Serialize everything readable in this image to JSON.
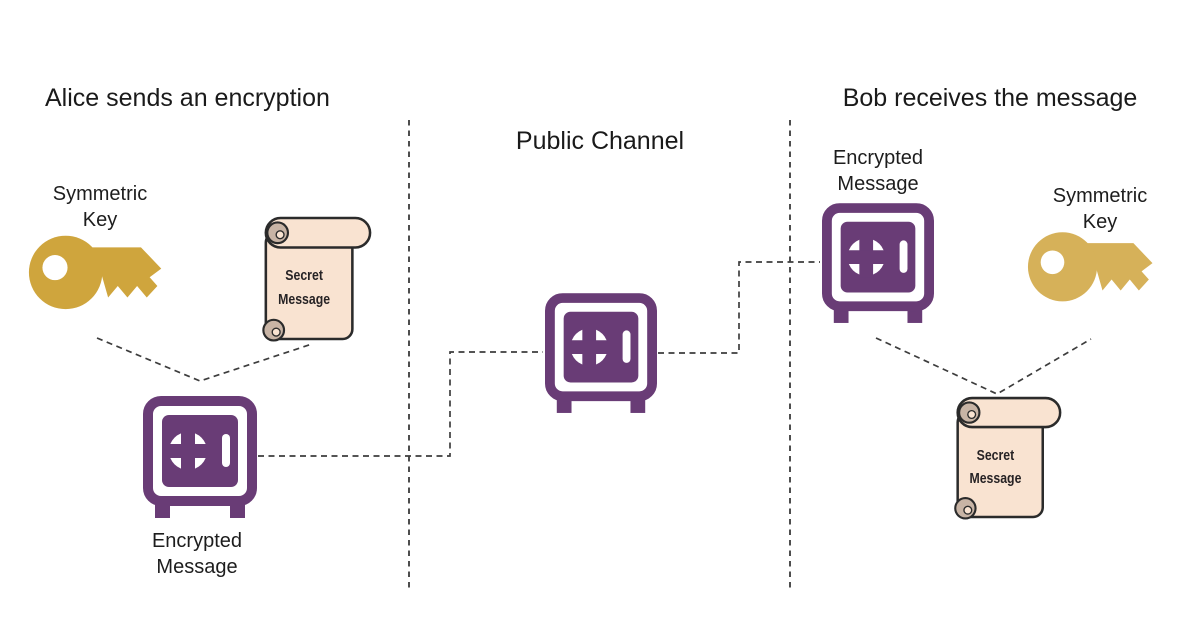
{
  "left_panel": {
    "title": "Alice sends an encryption",
    "key_label": "Symmetric Key",
    "scroll_text": "Secret Message",
    "safe_label": "Encrypted Message"
  },
  "center_panel": {
    "title": "Public Channel"
  },
  "right_panel": {
    "title": "Bob receives the message",
    "safe_label": "Encrypted Message",
    "key_label": "Symmetric Key",
    "scroll_text": "Secret Message"
  },
  "icons": {
    "safe": "safe-vault-icon",
    "key": "key-icon",
    "scroll": "scroll-document-icon"
  },
  "colors": {
    "safe_purple": "#693C76",
    "key_gold_left": "#CFA53D",
    "key_gold_right": "#D6B159",
    "scroll_fill": "#F9E3D1",
    "scroll_curl": "#C8B4A5",
    "outline_dark": "#2B2B2B",
    "connector_dash": "#3D3D3D",
    "divider_dash": "#4D4D4D",
    "text_dark": "#1D1D1D",
    "background": "#FFFFFF"
  }
}
